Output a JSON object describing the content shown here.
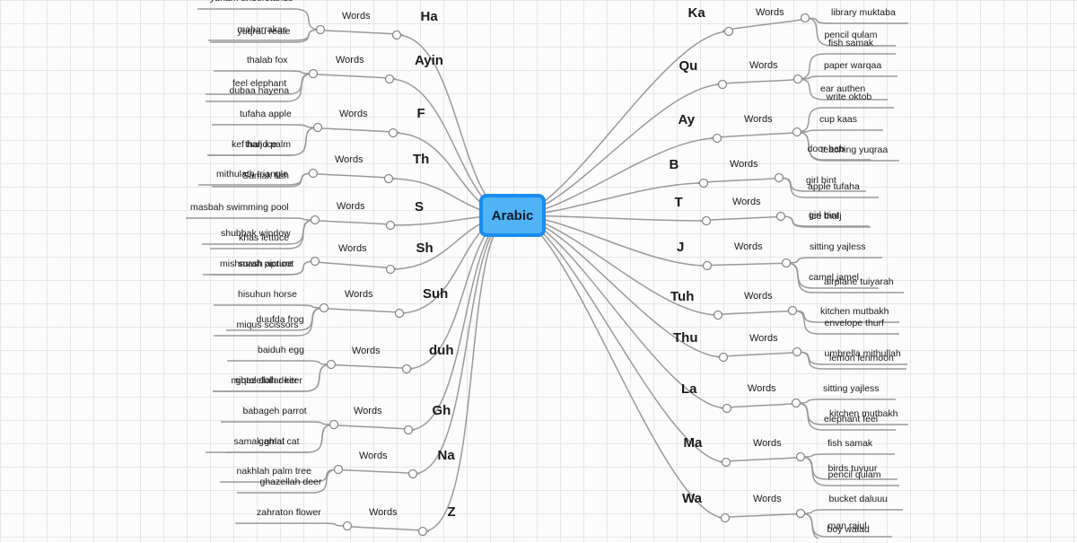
{
  "root": {
    "label": "Arabic"
  },
  "left_branches": [
    {
      "header": "Ha",
      "group": "Words",
      "leaves": [
        "yuham understands",
        "maharrakas",
        "yuqrau reate"
      ]
    },
    {
      "header": "Ayin",
      "group": "Words",
      "leaves": [
        "thalab fox",
        "feel elephant",
        "dubaa hayena"
      ]
    },
    {
      "header": "F",
      "group": "Words",
      "leaves": [
        "tufaha apple",
        "kef hand palm",
        "thalj ice"
      ]
    },
    {
      "header": "Th",
      "group": "Words",
      "leaves": [
        "mithulath triangle",
        "Samak fish"
      ]
    },
    {
      "header": "S",
      "group": "Words",
      "leaves": [
        "masbah swimming pool",
        "shubbak window",
        "khas lettuce"
      ]
    },
    {
      "header": "Sh",
      "group": "Words",
      "leaves": [
        "mishmash apricot",
        "surah picture"
      ]
    },
    {
      "header": "Suh",
      "group": "Words",
      "leaves": [
        "hisuhun horse",
        "duufda frog",
        "miqus scissors"
      ]
    },
    {
      "header": "duh",
      "group": "Words",
      "leaves": [
        "baiduh egg",
        "miqtal dollar kiter",
        "ghazellah deer"
      ]
    },
    {
      "header": "Gh",
      "group": "Words",
      "leaves": [
        "babageh parrot",
        "samak ghlat",
        "gamal cat"
      ]
    },
    {
      "header": "Na",
      "group": "Words",
      "leaves": [
        "nakhlah palm tree",
        "ghazellah deer"
      ]
    },
    {
      "header": "Z",
      "group": "Words",
      "leaves": [
        "zahraton flower"
      ]
    }
  ],
  "right_branches": [
    {
      "header": "Ka",
      "group": "Words",
      "leaves": [
        "library muktaba",
        "pencil qulam"
      ]
    },
    {
      "header": "Qu",
      "group": "Words",
      "leaves": [
        "fish samak",
        "paper warqaa",
        "ear authen"
      ]
    },
    {
      "header": "Ay",
      "group": "Words",
      "leaves": [
        "write oktob",
        "cup kaas",
        "door bab",
        "teaching yuqraa"
      ]
    },
    {
      "header": "B",
      "group": "Words",
      "leaves": [
        "girl bint",
        "apple tufaha"
      ]
    },
    {
      "header": "T",
      "group": "Words",
      "leaves": [
        "girl bint",
        "ice thalj"
      ]
    },
    {
      "header": "J",
      "group": "Words",
      "leaves": [
        "sitting yajless",
        "camel jamel",
        "airplane tuiyarah"
      ]
    },
    {
      "header": "Tuh",
      "group": "Words",
      "leaves": [
        "kitchen mutbakh",
        "envelope thurf"
      ]
    },
    {
      "header": "Thu",
      "group": "Words",
      "leaves": [
        "umbrella mithullah",
        "lemon lenmoon"
      ]
    },
    {
      "header": "La",
      "group": "Words",
      "leaves": [
        "sitting yajless",
        "kitchen mutbakh",
        "elephant feel"
      ]
    },
    {
      "header": "Ma",
      "group": "Words",
      "leaves": [
        "fish samak",
        "birds tuyuur",
        "pencil qulam"
      ]
    },
    {
      "header": "Wa",
      "group": "Words",
      "leaves": [
        "bucket daluuu",
        "man rajul",
        "boy walad"
      ]
    }
  ]
}
